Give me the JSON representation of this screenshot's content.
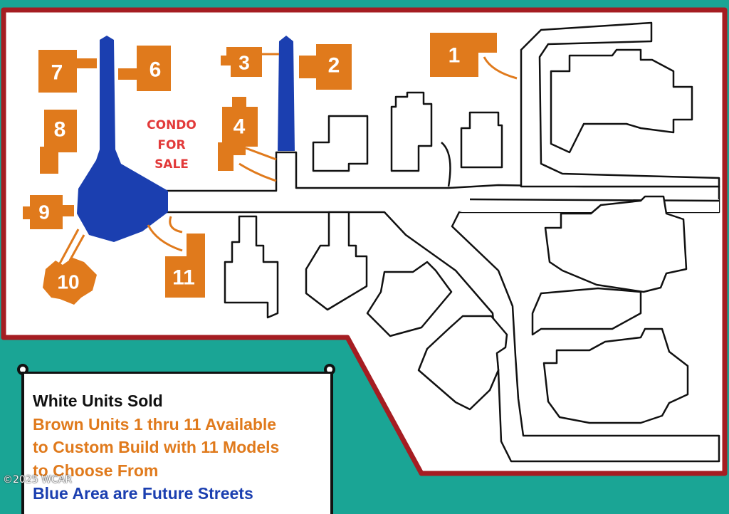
{
  "colors": {
    "background": "#1aa595",
    "site_fill": "#ffffff",
    "boundary": "#a51d22",
    "available_lot": "#e07a1c",
    "future_street": "#1b3fb0",
    "condo_note": "#e23a3a",
    "sold_text": "#111111"
  },
  "units": [
    {
      "number": "1"
    },
    {
      "number": "2"
    },
    {
      "number": "3"
    },
    {
      "number": "4"
    },
    {
      "number": "6"
    },
    {
      "number": "7"
    },
    {
      "number": "8"
    },
    {
      "number": "9"
    },
    {
      "number": "10"
    },
    {
      "number": "11"
    }
  ],
  "condo_note": {
    "line1": "CONDO",
    "line2": "FOR",
    "line3": "SALE"
  },
  "legend": {
    "sold": "White Units Sold",
    "available_1": "Brown Units 1 thru 11 Available",
    "available_2": "to Custom Build with 11 Models",
    "available_3": "to Choose From",
    "future": "Blue Area are Future Streets"
  },
  "watermark": "©2025 WCAR"
}
